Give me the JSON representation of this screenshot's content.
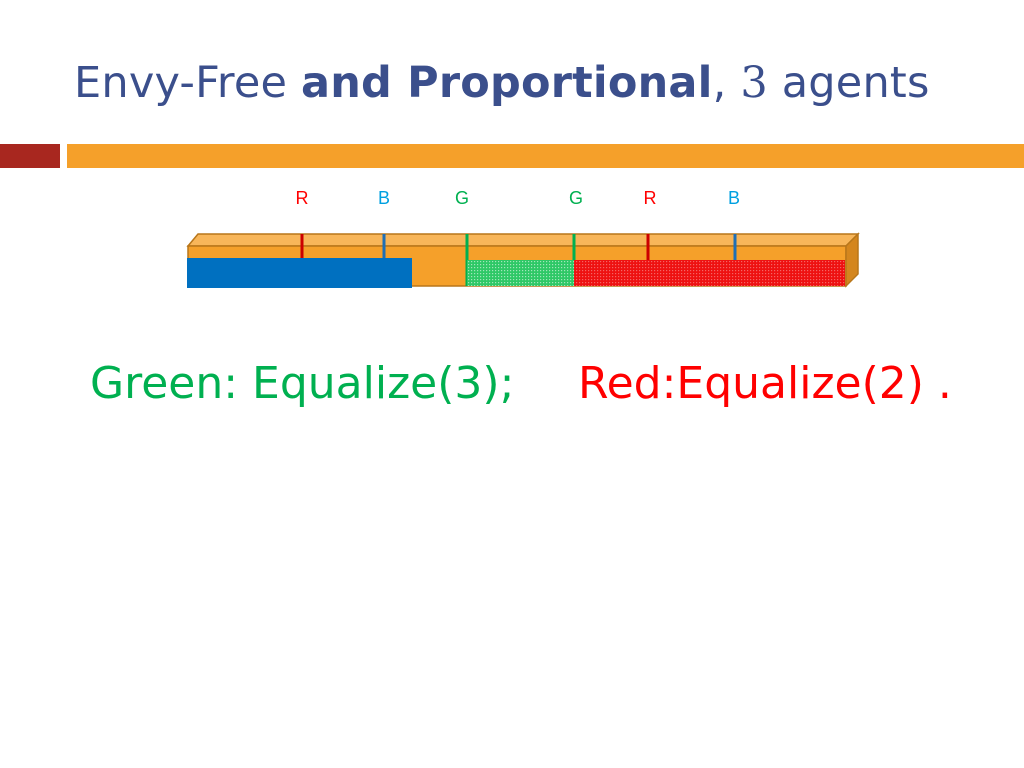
{
  "slide": {
    "title": {
      "plain": "Envy-Free ",
      "bold": "and Proportional",
      "comma": ",",
      "number": "3",
      "rest": " agents"
    },
    "cut_labels": [
      {
        "text": "R",
        "color": "#ff0000"
      },
      {
        "text": "B",
        "color": "#00a0e0"
      },
      {
        "text": "G",
        "color": "#00b050"
      },
      {
        "text": "G",
        "color": "#00b050"
      },
      {
        "text": "R",
        "color": "#ff0000"
      },
      {
        "text": "B",
        "color": "#00a0e0"
      }
    ],
    "captions": {
      "green": "Green: Equalize(3);",
      "red": "Red:Equalize(2) ."
    }
  },
  "colors": {
    "title": "#3b4f8c",
    "accent_red": "#a8271f",
    "accent_orange": "#f5a02a",
    "cake": "#f5a02a",
    "blue_piece": "#0070c0",
    "green_piece": "#00b050",
    "red_piece": "#ff0000"
  }
}
